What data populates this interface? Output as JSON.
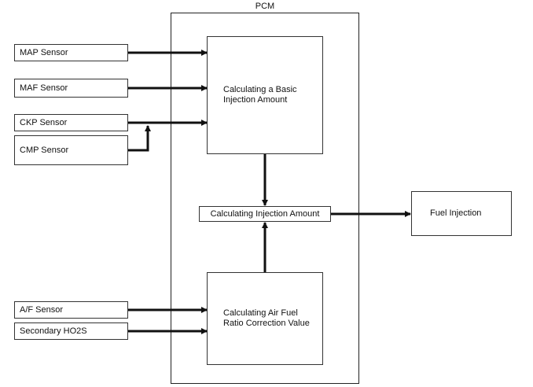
{
  "pcm": {
    "title": "PCM"
  },
  "sensors": {
    "map": "MAP Sensor",
    "maf": "MAF Sensor",
    "ckp": "CKP Sensor",
    "cmp": "CMP Sensor",
    "af": "A/F Sensor",
    "ho2s": "Secondary HO2S"
  },
  "blocks": {
    "basic": "Calculating a Basic Injection Amount",
    "correction": "Calculating Air Fuel Ratio Correction Value",
    "injection_amount": "Calculating Injection Amount"
  },
  "output": {
    "fuel": "Fuel Injection"
  }
}
